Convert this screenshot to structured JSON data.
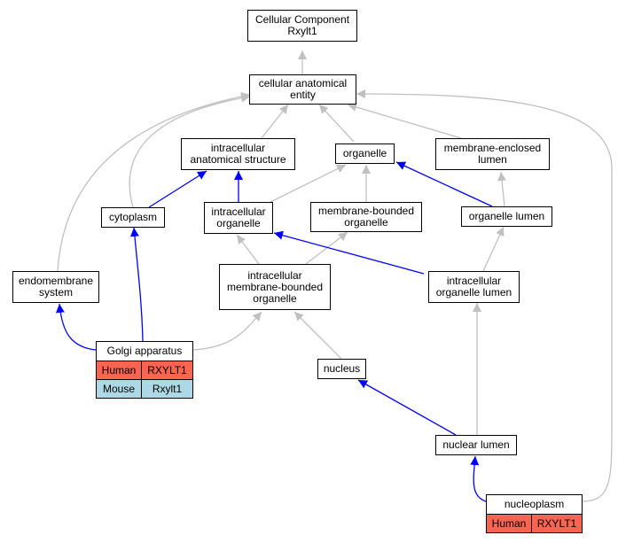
{
  "colors": {
    "gray_edge": "#c0c0c0",
    "blue_edge": "#0000ff",
    "human": "#fa6450",
    "mouse": "#add8e6"
  },
  "nodes": {
    "cellular_component": "Cellular Component\nRxylt1",
    "cellular_anatomical_entity": "cellular anatomical\nentity",
    "intracellular_anatomical_structure": "intracellular\nanatomical structure",
    "organelle": "organelle",
    "membrane_enclosed_lumen": "membrane-enclosed\nlumen",
    "cytoplasm": "cytoplasm",
    "intracellular_organelle": "intracellular\norganelle",
    "membrane_bounded_organelle": "membrane-bounded\norganelle",
    "organelle_lumen": "organelle lumen",
    "endomembrane_system": "endomembrane\nsystem",
    "intracellular_membrane_bounded_organelle": "intracellular\nmembrane-bounded\norganelle",
    "intracellular_organelle_lumen": "intracellular\norganelle lumen",
    "golgi_apparatus": "Golgi apparatus",
    "nucleus": "nucleus",
    "nuclear_lumen": "nuclear lumen",
    "nucleoplasm": "nucleoplasm"
  },
  "annotations": {
    "golgi": [
      {
        "species": "Human",
        "gene": "RXYLT1"
      },
      {
        "species": "Mouse",
        "gene": "Rxylt1"
      }
    ],
    "nucleoplasm": [
      {
        "species": "Human",
        "gene": "RXYLT1"
      }
    ]
  }
}
